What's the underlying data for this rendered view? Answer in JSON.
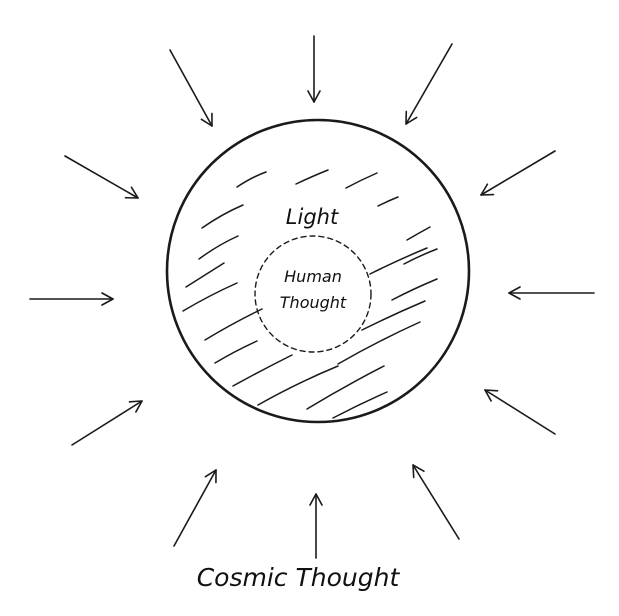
{
  "diagram": {
    "inner_label_line1": "Human",
    "inner_label_line2": "Thought",
    "ring_label": "Light",
    "outer_label": "Cosmic Thought"
  },
  "colors": {
    "ink": "#1a1a1a",
    "paper": "#ffffff"
  },
  "icons": {
    "arrow": "arrow-icon"
  }
}
